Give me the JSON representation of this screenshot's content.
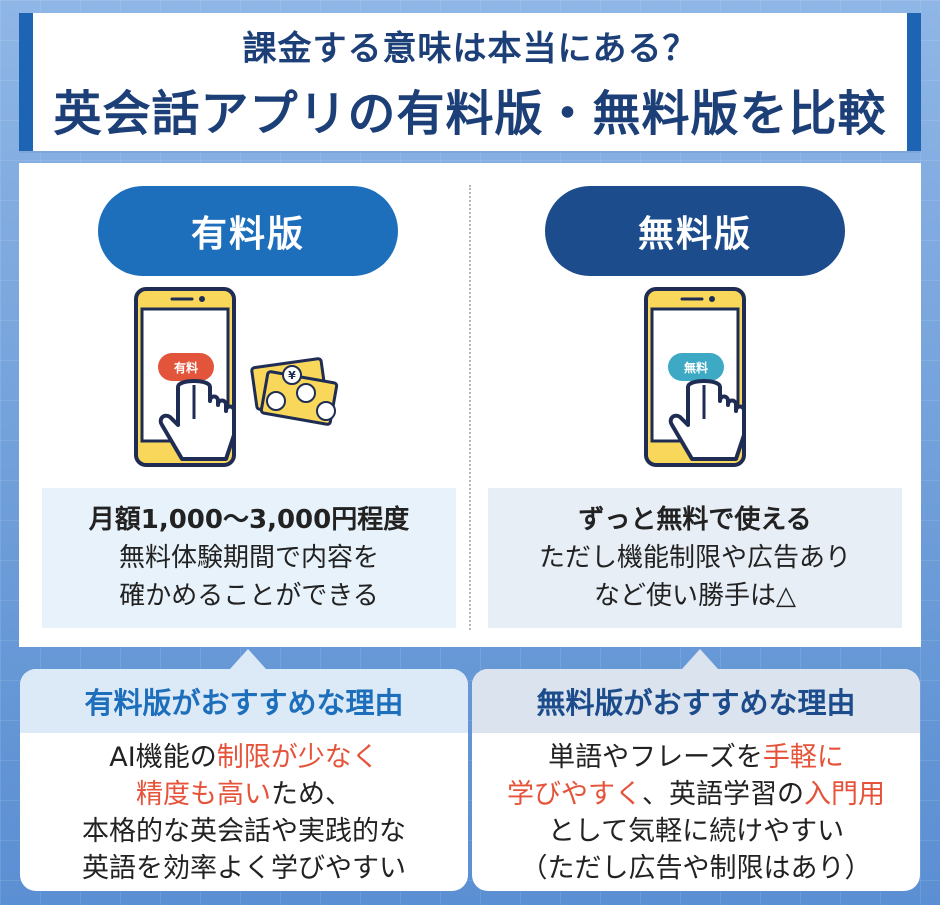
{
  "title": {
    "line1": "課金する意味は本当にある？",
    "line2": "英会話アプリの有料版・無料版を比較"
  },
  "paid": {
    "label": "有料版",
    "button_label": "有料",
    "desc_line1": "月額1,000〜3,000円程度",
    "desc_line2": "無料体験期間で内容を",
    "desc_line3": "確かめることができる",
    "reason_title": "有料版がおすすめな理由",
    "reason_l1a": "AI機能の",
    "reason_l1b": "制限が少なく",
    "reason_l2a": "精度も高い",
    "reason_l2b": "ため、",
    "reason_l3": "本格的な英会話や実践的な",
    "reason_l4": "英語を効率よく学びやすい"
  },
  "free": {
    "label": "無料版",
    "button_label": "無料",
    "desc_line1": "ずっと無料で使える",
    "desc_line2": "ただし機能制限や広告あり",
    "desc_line3": "など使い勝手は△",
    "reason_title": "無料版がおすすめな理由",
    "reason_l1a": "単語やフレーズを",
    "reason_l1b": "手軽に",
    "reason_l2a": "学びやすく",
    "reason_l2b": "、英語学習の",
    "reason_l2c": "入門用",
    "reason_l3": "として気軽に続けやすい",
    "reason_l4": "（ただし広告や制限はあり）"
  },
  "colors": {
    "paid_accent": "#1d6fbc",
    "free_accent": "#1c4c8c",
    "highlight": "#e5533a",
    "paid_button": "#e2553a",
    "free_button": "#3ea9c4"
  },
  "icons": {
    "phone": "smartphone-icon",
    "hand": "pointing-hand-icon",
    "money": "money-bills-coins-icon",
    "yen_symbol": "¥"
  }
}
